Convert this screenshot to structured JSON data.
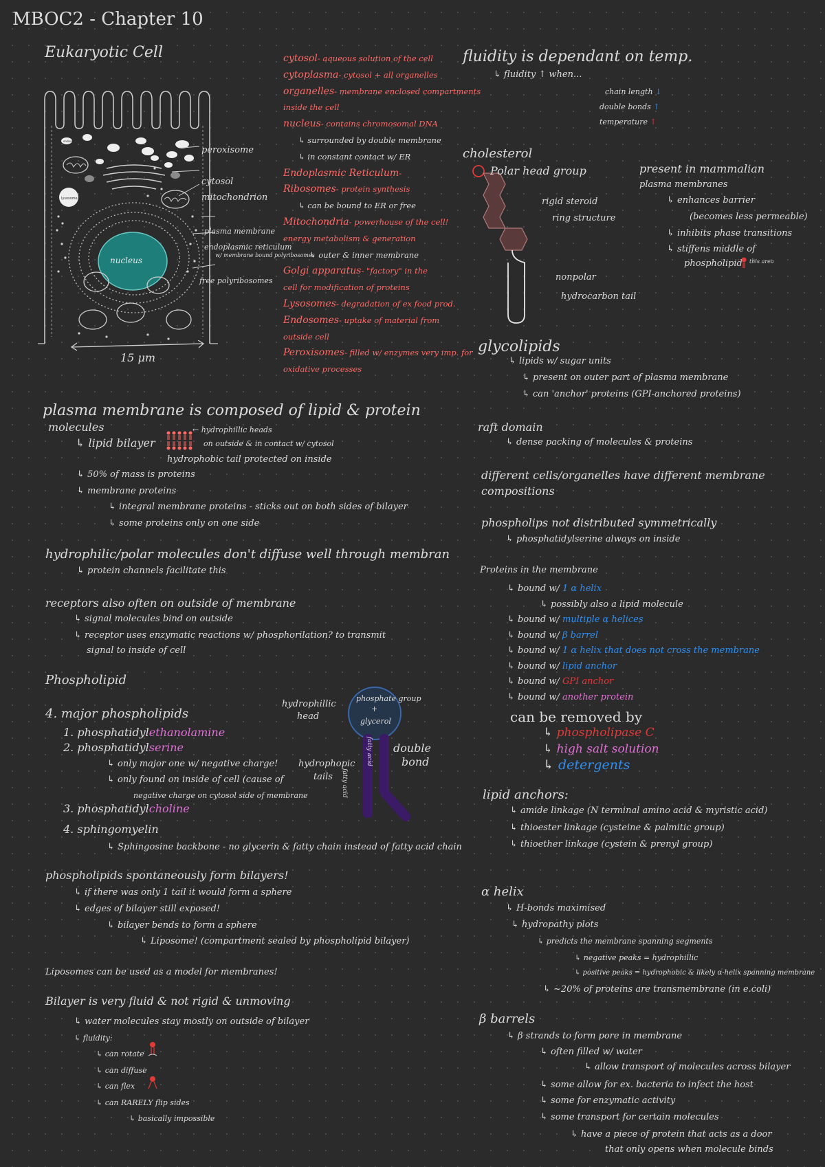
{
  "title": "MBOC2 - Chapter 10",
  "left": {
    "cell_heading": "Eukaryotic Cell",
    "cell_labels": {
      "peroxisome": "peroxisome",
      "cytosol": "cytosol",
      "mitochondrion": "mitochondrion",
      "plasma_membrane": "plasma membrane",
      "er": "endoplasmic reticulum",
      "er_sub": "w/ membrane bound polyribosomes",
      "free_poly": "free polyribosomes",
      "nucleus": "nucleus",
      "lysosome": "lysosome",
      "endosome": "endosome",
      "scale": "15 μm"
    },
    "defs": [
      {
        "term": "cytosol",
        "desc": "- aqueous solution of the cell"
      },
      {
        "term": "cytoplasma",
        "desc": "- cytosol + all organelles"
      },
      {
        "term": "organelles",
        "desc": "- membrane enclosed compartments"
      },
      {
        "term": "",
        "desc": "inside the cell"
      },
      {
        "term": "nucleus",
        "desc": "- contains chromosomal DNA"
      },
      {
        "term": "",
        "desc": "↳ surrounded by double membrane"
      },
      {
        "term": "",
        "desc": "↳ in constant contact w/ ER"
      },
      {
        "term": "Endoplasmic Reticulum",
        "desc": "-"
      },
      {
        "term": "Ribosomes",
        "desc": "- protein synthesis"
      },
      {
        "term": "",
        "desc": "↳ can be bound to ER or free"
      },
      {
        "term": "Mitochondria",
        "desc": "- powerhouse of the cell!"
      },
      {
        "term": "",
        "desc": "energy metabolism & generation"
      },
      {
        "term": "",
        "desc": "↳ outer & inner membrane"
      },
      {
        "term": "Golgi apparatus",
        "desc": "- \"factory\" in the"
      },
      {
        "term": "",
        "desc": "cell for modification of proteins"
      },
      {
        "term": "Lysosomes",
        "desc": "- degradation of ex food prod."
      },
      {
        "term": "Endosomes",
        "desc": "- uptake of material from"
      },
      {
        "term": "",
        "desc": "outside cell"
      },
      {
        "term": "Peroxisomes",
        "desc": "- filled w/ enzymes very imp. for"
      },
      {
        "term": "",
        "desc": "oxidative processes"
      }
    ],
    "pm_heading": "plasma membrane is composed of lipid & protein",
    "pm_heading2": "molecules",
    "pm_lines": {
      "lipid_bilayer": "↳ lipid bilayer",
      "hydrophilic_heads": "← hydrophillic heads",
      "outside": "on outside & in contact w/ cytosol",
      "hydrophobic_tail": "hydrophobic tail protected on inside",
      "mass": "↳ 50% of mass is proteins",
      "membrane_proteins": "↳ membrane proteins",
      "integral": "↳ integral membrane proteins - sticks out on both sides of bilayer",
      "some_proteins": "↳ some proteins only on one side"
    },
    "hydrophilic_heading": "hydrophilic/polar molecules don't diffuse well through membran",
    "hydrophilic_sub": "↳ protein channels facilitate this",
    "receptors_heading": "receptors also often on outside of membrane",
    "receptors_lines": [
      "↳ signal molecules bind on outside",
      "↳ receptor uses enzymatic reactions w/ phosphorilation? to transmit",
      "signal to inside of cell"
    ],
    "phospholipid_heading": "Phospholipid",
    "major_heading": "4. major phospholipids",
    "major_items": [
      {
        "prefix": "1. phosphatidyl",
        "suffix": "ethanolamine"
      },
      {
        "prefix": "2. phosphatidyl",
        "suffix": "serine"
      },
      {
        "prefix": "3. phosphatidyl",
        "suffix": "choline"
      },
      {
        "prefix": "4. sphingomyelin",
        "suffix": ""
      }
    ],
    "serine_notes": [
      "↳ only major one w/ negative charge!",
      "↳ only found on inside of cell (cause of",
      "negative charge on cytosol side of membrane"
    ],
    "sphingo_note": "↳ Sphingosine backbone - no glycerin & fatty chain instead of fatty acid chain",
    "pl_diagram": {
      "hydrophilic": "hydrophillic",
      "head": "head",
      "phosphate": "phosphate group",
      "plus": "+",
      "glycerol": "glycerol",
      "hydrophobic": "hydrophopic",
      "tails": "tails",
      "fatty_acid": "fatty acid",
      "double": "double",
      "bond": "bond"
    },
    "bilayers_heading": "phospholipids spontaneously form bilayers!",
    "bilayers_lines": [
      "↳ if there was only 1 tail it would form a sphere",
      "↳ edges of bilayer still exposed!",
      "↳ bilayer bends to form a sphere",
      "↳ Liposome! (compartment sealed by phospholipid bilayer)"
    ],
    "liposomes": "Liposomes can be used as a model for membranes!",
    "bilayer_heading": "Bilayer is very fluid & not rigid & unmoving",
    "bilayer_lines": [
      "↳ water molecules stay mostly on outside of bilayer",
      "↳ fluidity:",
      "↳ can rotate",
      "↳ can diffuse",
      "↳ can flex",
      "↳ can RARELY flip sides",
      "↳ basically impossible"
    ]
  },
  "right": {
    "fluidity_heading": "fluidity is dependant on temp.",
    "fluidity_sub": "↳ fluidity ↑ when...",
    "fluidity_items": [
      {
        "label": "chain length",
        "arrow": "↓"
      },
      {
        "label": "double bonds",
        "arrow": "↑"
      },
      {
        "label": "temperature",
        "arrow": "↑"
      }
    ],
    "cholesterol": "cholesterol",
    "chol_labels": {
      "polar": "Polar head group",
      "rigid": "rigid steroid",
      "ring": "ring structure",
      "nonpolar": "nonpolar",
      "hydrocarbon": "hydrocarbon tail"
    },
    "chol_notes": [
      "present in mammalian",
      "plasma membranes",
      "↳ enhances barrier",
      "(becomes less permeable)",
      "↳ inhibits phase transitions",
      "↳ stiffens middle of",
      "phospholipid",
      "this area"
    ],
    "glyco_heading": "glycolipids",
    "glyco_lines": [
      "↳ lipids w/ sugar units",
      "↳ present on outer part of plasma membrane",
      "↳ can 'anchor' proteins (GPI-anchored proteins)"
    ],
    "raft_heading": "raft domain",
    "raft_line": "↳ dense packing of molecules & proteins",
    "diff_heading": "different cells/organelles have different membrane",
    "diff_heading2": "compositions",
    "phos_heading": "phospholips not distributed symmetrically",
    "phos_line": "↳ phosphatidylserine always on inside",
    "proteins_heading": "Proteins in the membrane",
    "proteins_lines": [
      {
        "pre": "↳ bound w/ ",
        "hl": "1 α helix",
        "cls": "b"
      },
      {
        "pre": "↳ possibly also a lipid molecule",
        "hl": "",
        "cls": "w"
      },
      {
        "pre": "↳ bound w/ ",
        "hl": "multiple α helices",
        "cls": "b"
      },
      {
        "pre": "↳ bound w/ ",
        "hl": "β barrel",
        "cls": "b"
      },
      {
        "pre": "↳ bound w/ ",
        "hl": "1 α helix that does not cross the membrane",
        "cls": "b"
      },
      {
        "pre": "↳ bound w/ ",
        "hl": "lipid anchor",
        "cls": "b"
      },
      {
        "pre": "↳ bound w/ ",
        "hl": "GPI anchor",
        "cls": "c"
      },
      {
        "pre": "↳ bound w/ ",
        "hl": "another protein",
        "cls": "p"
      }
    ],
    "removed_heading": "can be removed by",
    "removed_items": [
      {
        "label": "phospholipase C",
        "cls": "c"
      },
      {
        "label": "high salt solution",
        "cls": "p"
      },
      {
        "label": "detergents",
        "cls": "b"
      }
    ],
    "anchors_heading": "lipid anchors:",
    "anchors_lines": [
      "↳ amide linkage (N terminal amino acid & myristic acid)",
      "↳ thioester linkage (cysteine & palmitic group)",
      "↳ thioether linkage (cystein & prenyl group)"
    ],
    "alpha_heading": "α helix",
    "alpha_lines": [
      "↳ H-bonds maximised",
      "↳ hydropathy plots",
      "↳ predicts the membrane spanning segments",
      "↳ negative peaks = hydrophillic",
      "↳ positive peaks = hydrophobic & likely α-helix spanning membrane",
      "↳ ~20% of proteins are transmembrane (in e.coli)"
    ],
    "beta_heading": "β barrels",
    "beta_lines": [
      "↳ β strands to form pore in membrane",
      "↳ often filled w/ water",
      "↳ allow transport of molecules across bilayer",
      "↳ some allow for ex. bacteria to infect the host",
      "↳ some for enzymatic activity",
      "↳ some transport for certain molecules",
      "↳ have a piece of protein that acts as a door",
      "that only opens when molecule binds"
    ]
  }
}
